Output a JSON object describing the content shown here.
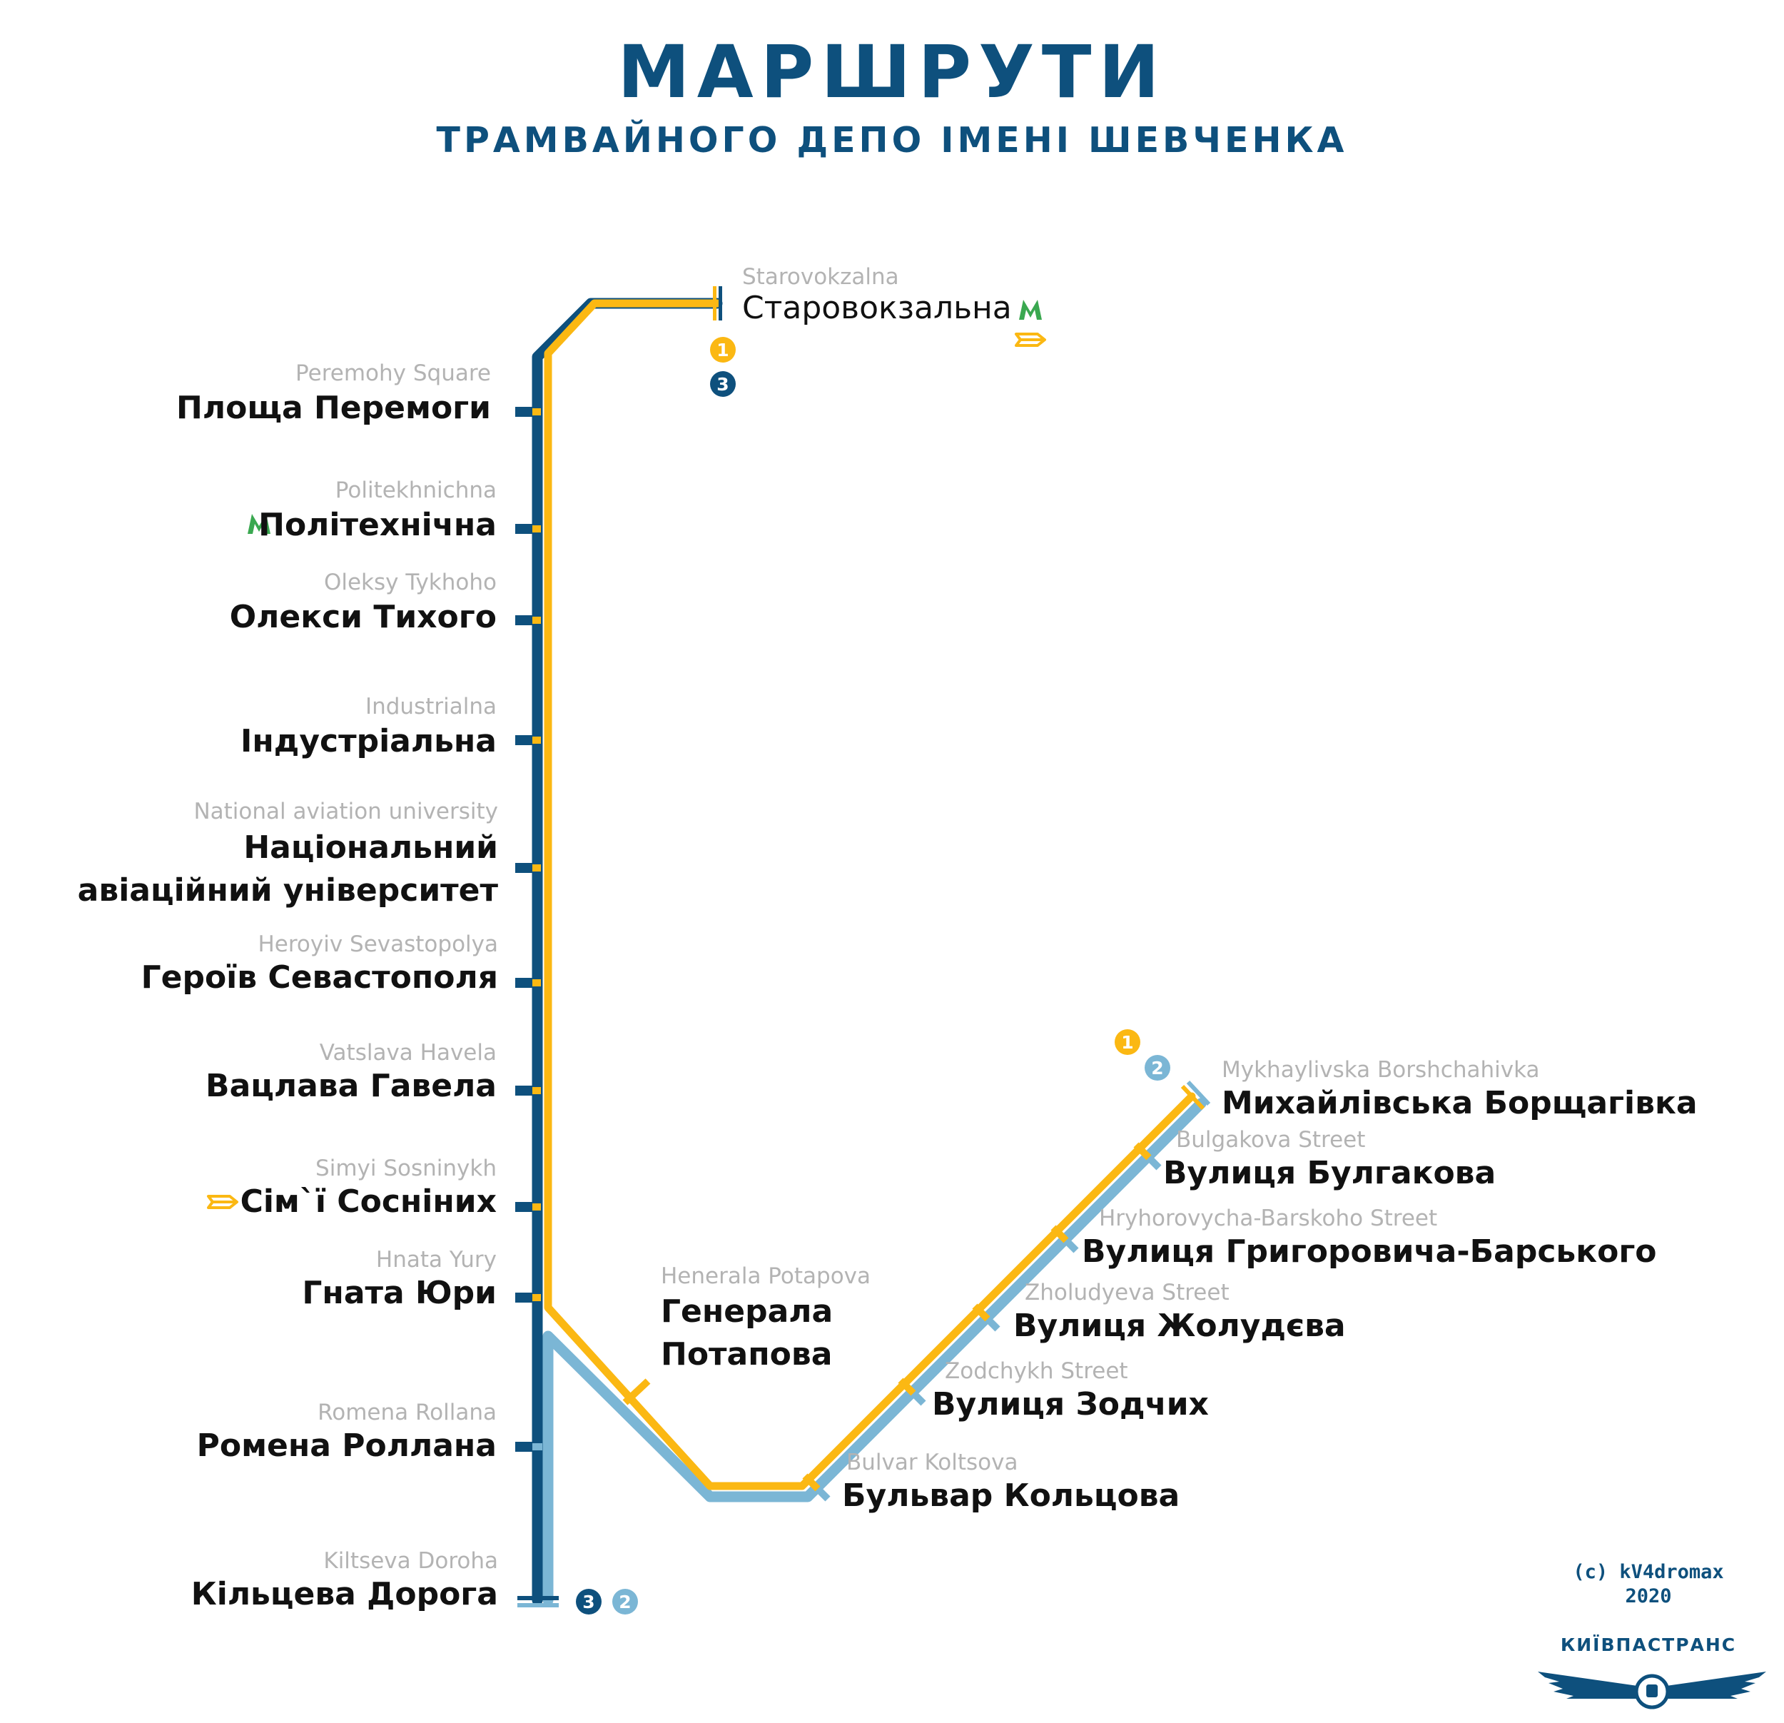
{
  "title": "МАРШРУТИ",
  "subtitle": "ТРАМВАЙНОГО ДЕПО ІМЕНІ ШЕВЧЕНКА",
  "colors": {
    "route1": "#fbb813",
    "route2": "#7bb6d5",
    "route3": "#0e507d",
    "metro": "#3aa850",
    "rail": "#fbb813"
  },
  "routes": {
    "r1": "1",
    "r2": "2",
    "r3": "3"
  },
  "stations": {
    "starovokzalna": {
      "en": "Starovokzalna",
      "ua": "Старовокзальна"
    },
    "peremohy": {
      "en": "Peremohy Square",
      "ua": "Площа Перемоги"
    },
    "politekhnichna": {
      "en": "Politekhnichna",
      "ua": "Політехнічна"
    },
    "tykhoho": {
      "en": "Oleksy Tykhoho",
      "ua": "Олекси Тихого"
    },
    "industrialna": {
      "en": "Industrialna",
      "ua": "Індустріальна"
    },
    "aviation": {
      "en": "National aviation university",
      "ua1": "Національний",
      "ua2": "авіаційний університет"
    },
    "sevastopolya": {
      "en": "Heroyiv Sevastopolya",
      "ua": "Героїв Севастополя"
    },
    "havela": {
      "en": "Vatslava Havela",
      "ua": "Вацлава Гавела"
    },
    "sosninykh": {
      "en": "Simyi Sosninykh",
      "ua": "Сім`ї Сосніних"
    },
    "yury": {
      "en": "Hnata Yury",
      "ua": "Гната Юри"
    },
    "rollana": {
      "en": "Romena Rollana",
      "ua": "Ромена Роллана"
    },
    "kiltseva": {
      "en": "Kiltseva Doroha",
      "ua": "Кільцева Дорога"
    },
    "potapova": {
      "en": "Henerala Potapova",
      "ua1": "Генерала",
      "ua2": "Потапова"
    },
    "koltsova": {
      "en": "Bulvar Koltsova",
      "ua": "Бульвар Кольцова"
    },
    "zodchykh": {
      "en": "Zodchykh Street",
      "ua": "Вулиця Зодчих"
    },
    "zholudyeva": {
      "en": "Zholudyeva Street",
      "ua": "Вулиця Жолудєва"
    },
    "barskoho": {
      "en": "Hryhorovycha-Barskoho Street",
      "ua": "Вулиця Григоровича-Барського"
    },
    "bulgakova": {
      "en": "Bulgakova Street",
      "ua": "Вулиця Булгакова"
    },
    "borshchahivka": {
      "en": "Mykhaylivska Borshchahivka",
      "ua": "Михайлівська Борщагівка"
    }
  },
  "copyright": {
    "line1": "(c) kV4dromax",
    "line2": "2020"
  },
  "brand": "КИЇВПАСТРАНС",
  "icons": {
    "metro": "metro-icon",
    "rail": "rail-icon",
    "logo": "kyivpastrans-wings-logo"
  }
}
